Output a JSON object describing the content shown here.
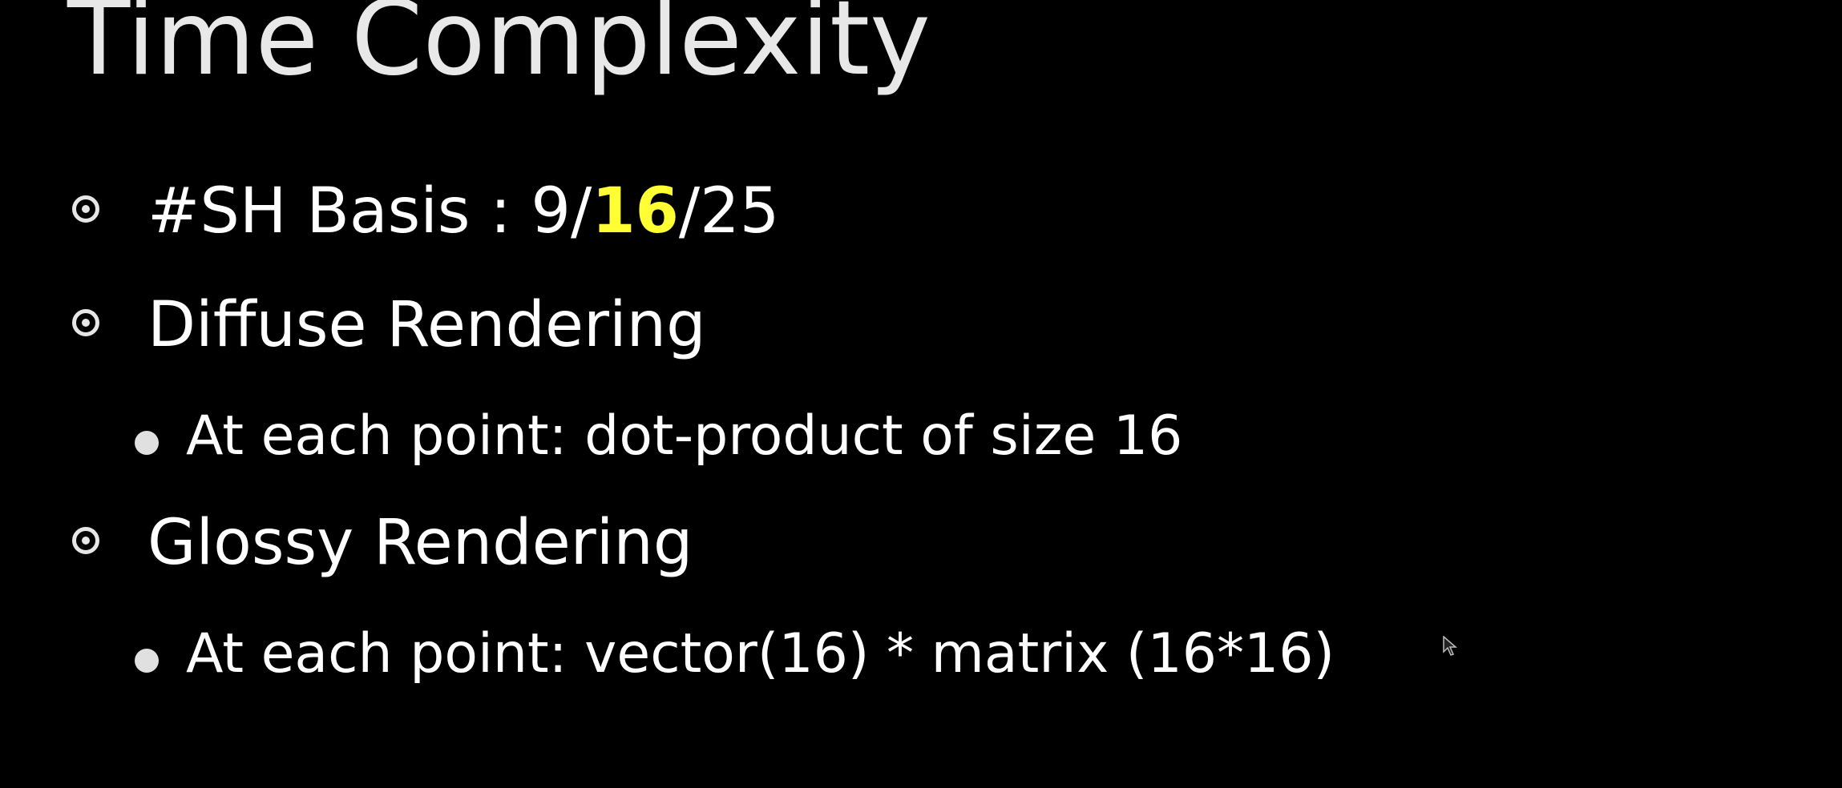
{
  "title": "Time Complexity",
  "bullets": {
    "sh_basis": {
      "prefix": "#SH Basis : 9/",
      "highlight": "16",
      "suffix": "/25"
    },
    "diffuse": {
      "label": "Diffuse Rendering",
      "sub": "At each point: dot-product of size 16"
    },
    "glossy": {
      "label": "Glossy Rendering",
      "sub": "At each point:  vector(16) * matrix (16*16)"
    }
  },
  "colors": {
    "background": "#000000",
    "text": "#ffffff",
    "title": "#e8e8e8",
    "highlight": "#ffff33"
  },
  "icons": {
    "level1_marker": "circled-dot-icon",
    "level2_marker": "filled-circle-icon",
    "cursor": "mouse-pointer-icon"
  }
}
